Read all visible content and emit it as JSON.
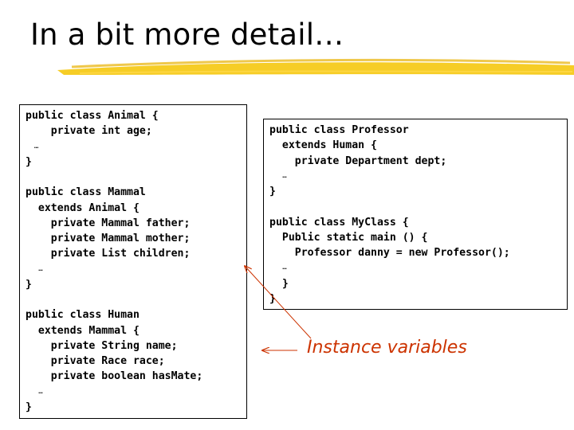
{
  "slide": {
    "title": "In a bit more detail…",
    "accent_color": "#f5c400",
    "callout_color": "#cc3300"
  },
  "left_code": [
    "public class Animal {",
    "    private int age;",
    "  …",
    "}",
    "",
    "public class Mammal",
    "  extends Animal {",
    "    private Mammal father;",
    "    private Mammal mother;",
    "    private List children;",
    "   …",
    "}",
    "",
    "public class Human",
    "  extends Mammal {",
    "    private String name;",
    "    private Race race;",
    "    private boolean hasMate;",
    "   …",
    "}"
  ],
  "right_code": [
    "public class Professor",
    "  extends Human {",
    "    private Department dept;",
    "   …",
    "}",
    "",
    "public class MyClass {",
    "  Public static main () {",
    "    Professor danny = new Professor();",
    "   …",
    "  }",
    "}"
  ],
  "callout": {
    "label": "Instance variables"
  }
}
